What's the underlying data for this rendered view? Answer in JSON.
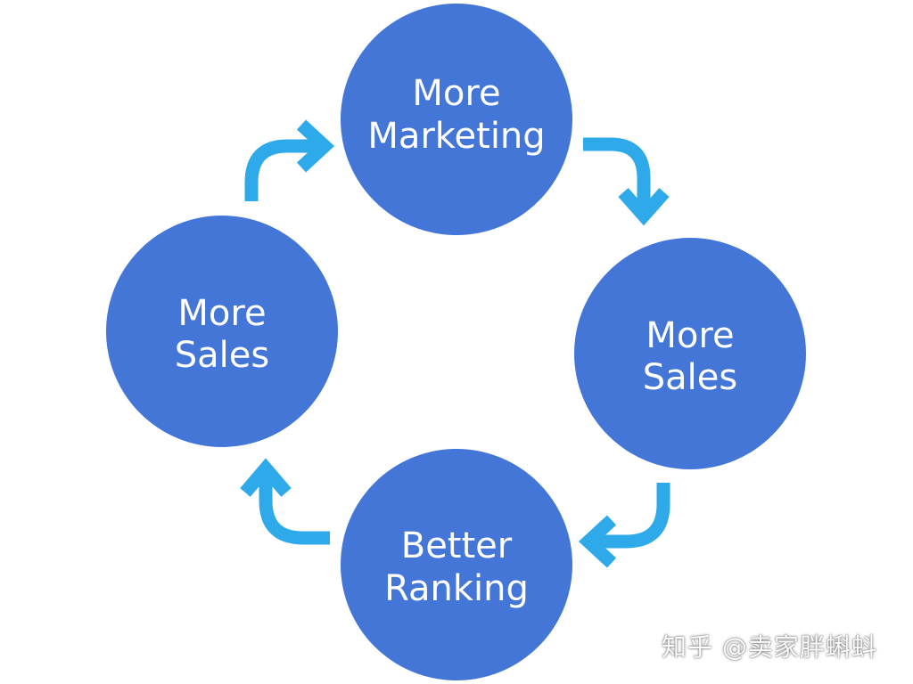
{
  "colors": {
    "node_fill": "#4476d8",
    "arrow": "#2eaaea",
    "text": "#ffffff",
    "background": "#ffffff"
  },
  "nodes": {
    "top": {
      "line1": "More",
      "line2": "Marketing"
    },
    "right": {
      "line1": "More",
      "line2": "Sales"
    },
    "bottom": {
      "line1": "Better",
      "line2": "Ranking"
    },
    "left": {
      "line1": "More",
      "line2": "Sales"
    }
  },
  "watermark": "知乎 @卖家胖蝌蚪"
}
